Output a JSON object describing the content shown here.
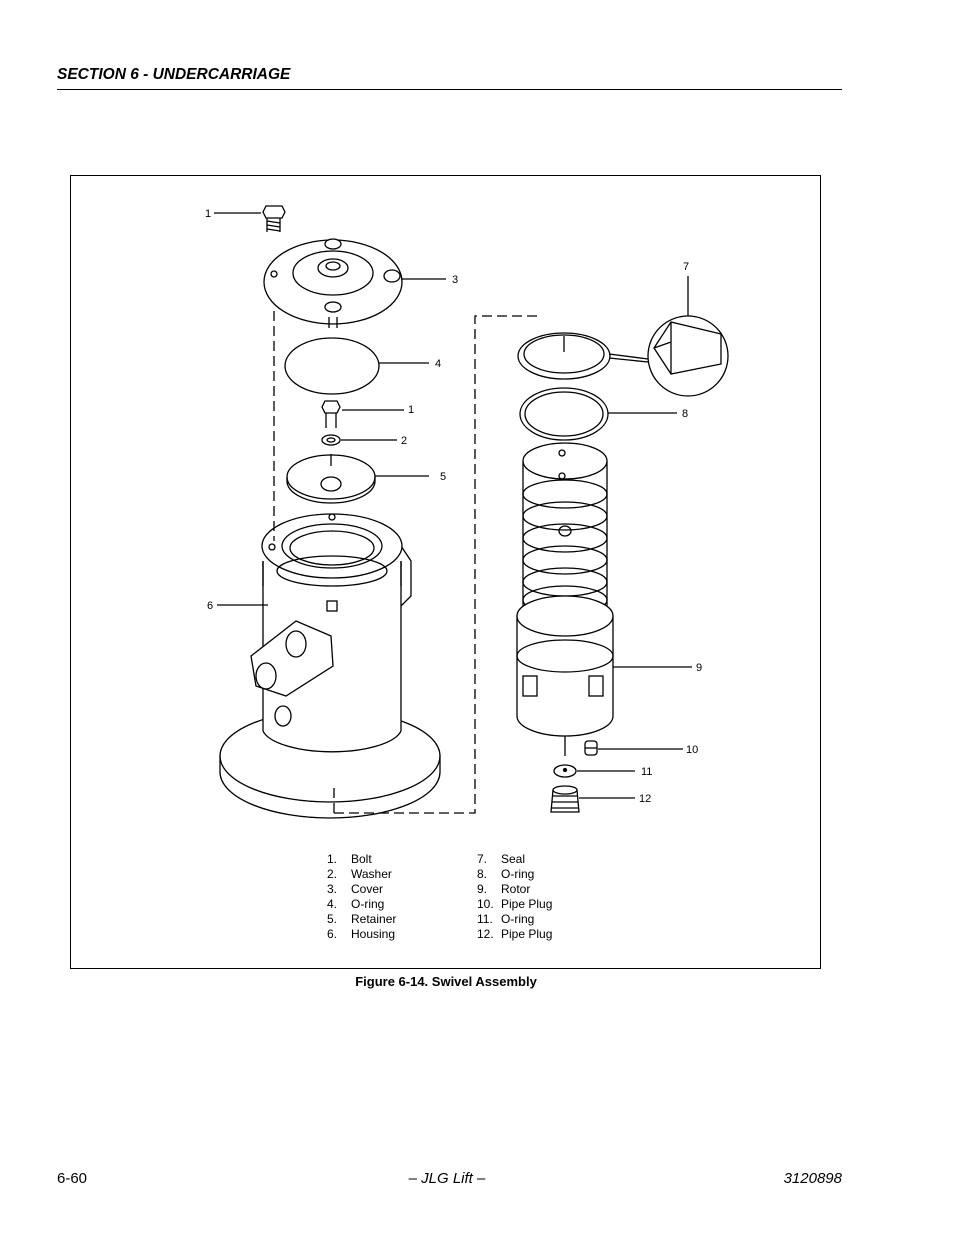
{
  "header": {
    "section_title": "SECTION 6 - UNDERCARRIAGE"
  },
  "figure": {
    "callouts": [
      "1",
      "3",
      "4",
      "1",
      "2",
      "5",
      "6",
      "7",
      "8",
      "9",
      "10",
      "11",
      "12"
    ],
    "legend_left": [
      {
        "num": "1.",
        "label": "Bolt"
      },
      {
        "num": "2.",
        "label": "Washer"
      },
      {
        "num": "3.",
        "label": "Cover"
      },
      {
        "num": "4.",
        "label": "O-ring"
      },
      {
        "num": "5.",
        "label": "Retainer"
      },
      {
        "num": "6.",
        "label": "Housing"
      }
    ],
    "legend_right": [
      {
        "num": "7.",
        "label": "Seal"
      },
      {
        "num": "8.",
        "label": "O-ring"
      },
      {
        "num": "9.",
        "label": "Rotor"
      },
      {
        "num": "10.",
        "label": "Pipe Plug"
      },
      {
        "num": "11.",
        "label": "O-ring"
      },
      {
        "num": "12.",
        "label": "Pipe Plug"
      }
    ],
    "caption": "Figure 6-14.  Swivel Assembly"
  },
  "footer": {
    "page_number": "6-60",
    "center_text": "– JLG Lift –",
    "doc_number": "3120898"
  }
}
